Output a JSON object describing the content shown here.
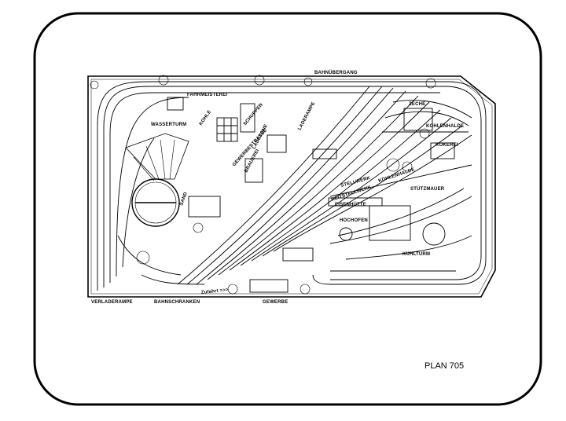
{
  "plan_label": "PLAN 705",
  "labels": {
    "bahnuebergang": "BAHNÜBERGANG",
    "fahrmeisterei": "FAHRMEISTEREI",
    "wasserturm": "WASSERTURM",
    "kohle": "KOHLE",
    "schuppen": "SCHUPPEN",
    "sand": "SAND",
    "gewerbestrasse": "GEWERBESTRASSE",
    "ladezone": "LADEZONE",
    "brauerei": "BRAUEREI",
    "laderampe": "LADERAMPE",
    "zeche": "ZECHE",
    "kohlenhalde_top": "KOHLENHALDE",
    "kokerei": "KOKEREI",
    "kohlenhalde_mid": "KOHLENHALDE",
    "stellwerk": "STELLWERK",
    "reitstellwerk": "REITSTELLWERK",
    "stuetzmauer": "STÜTZMAUER",
    "eisenhuette": "EISENHÜTTE",
    "hochofen": "HOCHOFEN",
    "kuehlturm": "KÜHLTURM",
    "zufahrt": "Zufahrt >>>",
    "verladerampe": "VERLADERAMPE",
    "bahnschranken": "BAHNSCHRANKEN",
    "gewerbe": "GEWERBE"
  }
}
